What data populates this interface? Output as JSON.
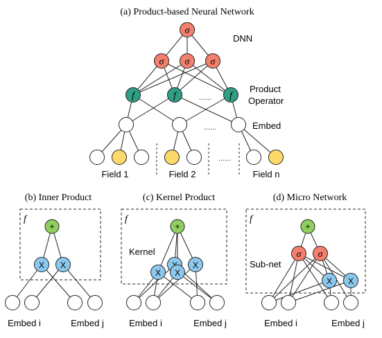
{
  "panels": {
    "a": {
      "title": "(a) Product-based Neural Network"
    },
    "b": {
      "title": "(b) Inner Product"
    },
    "c": {
      "title": "(c) Kernel Product"
    },
    "d": {
      "title": "(d) Micro Network"
    }
  },
  "labels": {
    "dnn": "DNN",
    "product_operator_1": "Product",
    "product_operator_2": "Operator",
    "embed": "Embed",
    "field_1": "Field 1",
    "field_2": "Field 2",
    "field_n": "Field n",
    "f": "f",
    "kernel": "Kernel",
    "subnet": "Sub-net",
    "embed_i": "Embed i",
    "embed_j": "Embed j",
    "dots": "......",
    "dots_h": "......"
  },
  "symbols": {
    "sigma": "σ",
    "plus": "+",
    "times": "X",
    "f_italic": "f"
  },
  "colors": {
    "sigma_node": "#f47f6e",
    "f_node": "#2f9e82",
    "field_highlight": "#fcd96a",
    "plus_node": "#8ecf5f",
    "x_node": "#8cc7ee",
    "white_node": "#ffffff",
    "stroke": "#222222"
  }
}
